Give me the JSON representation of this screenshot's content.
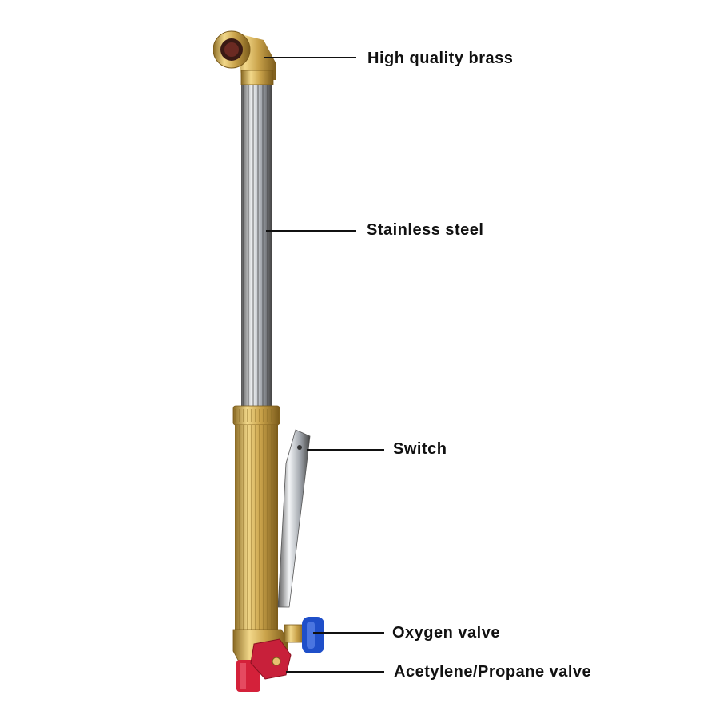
{
  "labels": {
    "brass": "High quality brass",
    "steel": "Stainless steel",
    "switch": "Switch",
    "oxygen": "Oxygen valve",
    "acetylene": "Acetylene/Propane valve"
  },
  "colors": {
    "brass": "#c9a24a",
    "steel": "#b8bcc2",
    "oxygen_knob": "#1f4fc9",
    "acetylene_knob": "#d4213a",
    "leader": "#111111"
  }
}
